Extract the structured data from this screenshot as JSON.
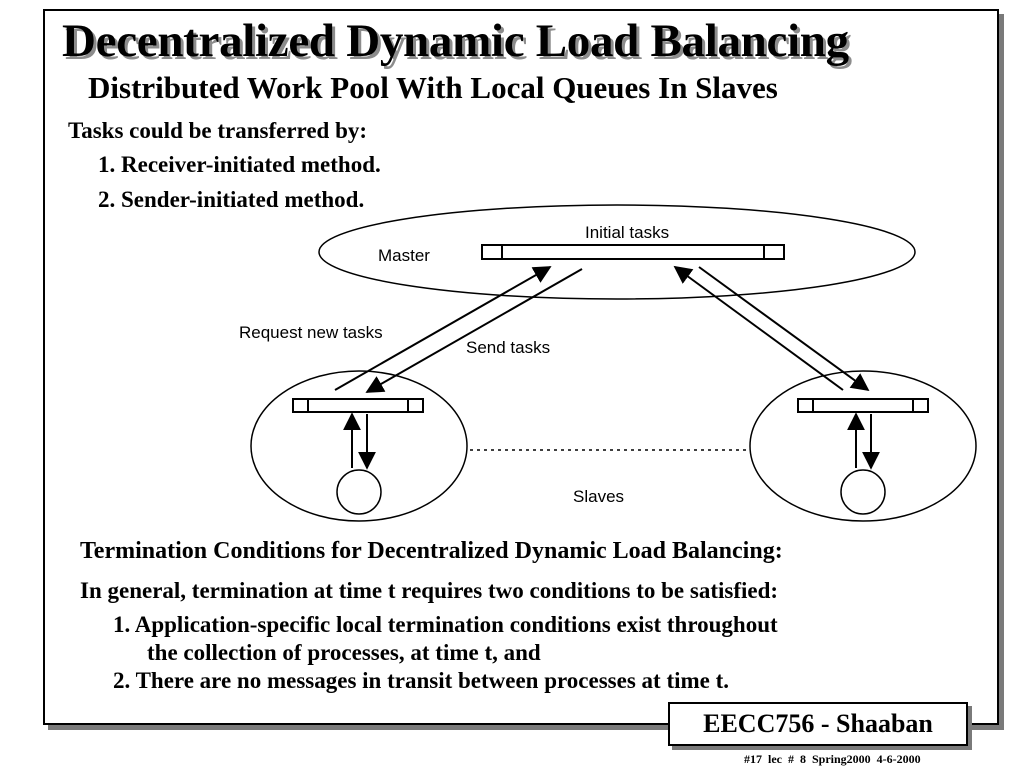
{
  "slide": {
    "title": "Decentralized Dynamic Load Balancing",
    "subtitle": "Distributed Work Pool With Local Queues In Slaves",
    "transfer_heading": "Tasks could be transferred by:",
    "transfer_methods": [
      "1.  Receiver-initiated method.",
      "2.  Sender-initiated method."
    ],
    "termination_heading": "Termination Conditions for Decentralized Dynamic Load Balancing:",
    "termination_intro": "In general, termination at time t requires two conditions to be satisfied:",
    "condition_1_line_1": "1.  Application-specific local termination conditions exist throughout",
    "condition_1_line_2": "the collection  of processes, at time t, and",
    "condition_2": "2.  There are no messages in transit between processes at time t."
  },
  "diagram": {
    "master_label": "Master",
    "queue_label": "Initial tasks",
    "request_label": "Request new tasks",
    "send_label": "Send tasks",
    "slaves_label": "Slaves"
  },
  "badge": {
    "text": "EECC756 - Shaaban"
  },
  "footer": {
    "text": "#17   lec # 8     Spring2000     4-6-2000"
  }
}
